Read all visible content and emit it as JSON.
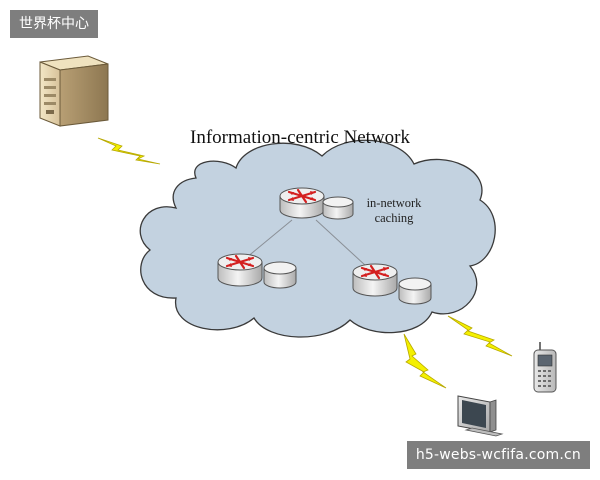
{
  "diagram": {
    "title": "Information-centric Network",
    "caching_label_line1": "in-network",
    "caching_label_line2": "caching"
  },
  "watermarks": {
    "top_left": "世界杯中心",
    "bottom_right": "h5-webs-wcfifa.com.cn"
  },
  "colors": {
    "cloud_fill": "#c3d2e0",
    "cloud_stroke": "#3a3a3a",
    "router_arrow": "#d42020",
    "lightning": "#f4f000"
  },
  "icons": [
    "server-icon",
    "router-icon",
    "cache-disk-icon",
    "lightning-icon",
    "mobile-phone-icon",
    "desktop-monitor-icon"
  ]
}
